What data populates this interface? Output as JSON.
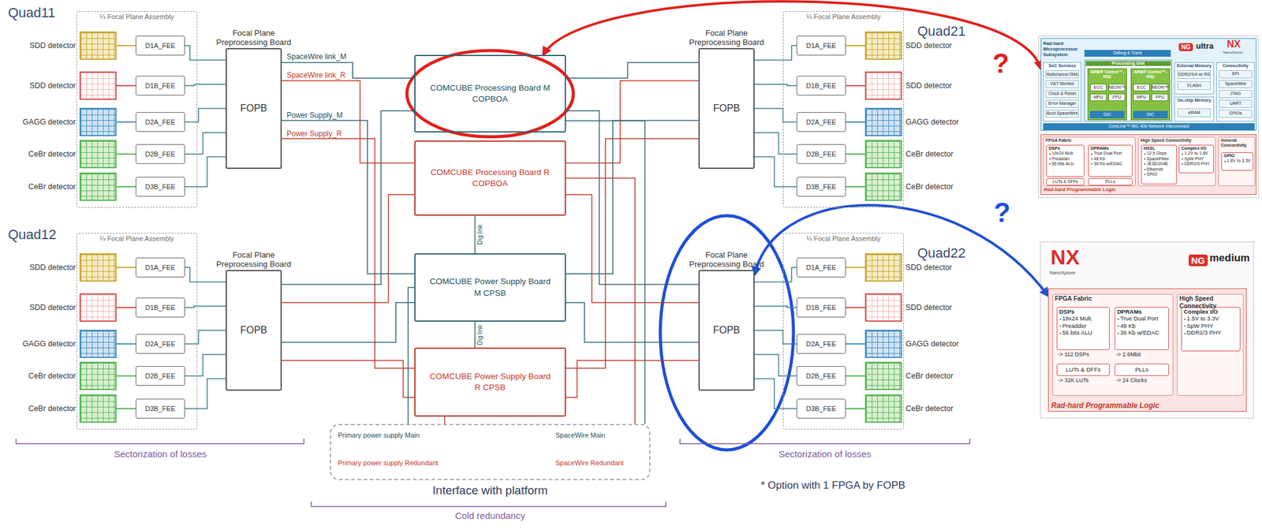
{
  "diagram": {
    "nodes": [
      {
        "text": [
          "¼ Focal Plane Assembly"
        ]
      },
      {
        "text": [
          "SDD detector"
        ],
        "in": 0
      },
      {
        "text": [
          "SDD detector"
        ],
        "in": 0
      },
      {
        "text": [
          "GAGG detector"
        ],
        "in": 0
      },
      {
        "text": [
          "CeBr detector"
        ],
        "in": 0
      },
      {
        "text": [
          "CeBr detector"
        ],
        "in": 0
      },
      {
        "text": [
          "D1A_FEE"
        ],
        "in": 0
      },
      {
        "text": [
          "D1B_FEE"
        ],
        "in": 0
      },
      {
        "text": [
          "D2A_FEE"
        ],
        "in": 0
      },
      {
        "text": [
          "D2B_FEE"
        ],
        "in": 0
      },
      {
        "text": [
          "D3B_FEE"
        ],
        "in": 0
      },
      {
        "text": [
          "Focal Plane Preprocessing Board",
          "FOPB"
        ]
      },
      {
        "text": [
          "¼ Focal Plane Assembly"
        ]
      },
      {
        "text": [
          "SDD detector"
        ],
        "in": 12
      },
      {
        "text": [
          "SDD detector"
        ],
        "in": 12
      },
      {
        "text": [
          "GAGG detector"
        ],
        "in": 12
      },
      {
        "text": [
          "CeBr detector"
        ],
        "in": 12
      },
      {
        "text": [
          "CeBr detector"
        ],
        "in": 12
      },
      {
        "text": [
          "D1A_FEE"
        ],
        "in": 12
      },
      {
        "text": [
          "D1B_FEE"
        ],
        "in": 12
      },
      {
        "text": [
          "D2A_FEE"
        ],
        "in": 12
      },
      {
        "text": [
          "D2B_FEE"
        ],
        "in": 12
      },
      {
        "text": [
          "D3B_FEE"
        ],
        "in": 12
      },
      {
        "text": [
          "Focal Plane Preprocessing Board",
          "FOPB"
        ]
      },
      {
        "text": [
          "¼ Focal Plane Assembly"
        ]
      },
      {
        "text": [
          "SDD detector"
        ],
        "in": 24
      },
      {
        "text": [
          "SDD detector"
        ],
        "in": 24
      },
      {
        "text": [
          "GAGG detector"
        ],
        "in": 24
      },
      {
        "text": [
          "CeBr detector"
        ],
        "in": 24
      },
      {
        "text": [
          "CeBr detector"
        ],
        "in": 24
      },
      {
        "text": [
          "D1A_FEE"
        ],
        "in": 24
      },
      {
        "text": [
          "D1B_FEE"
        ],
        "in": 24
      },
      {
        "text": [
          "D2A_FEE"
        ],
        "in": 24
      },
      {
        "text": [
          "D2B_FEE"
        ],
        "in": 24
      },
      {
        "text": [
          "D3B_FEE"
        ],
        "in": 24
      },
      {
        "text": [
          "Focal Plane Preprocessing Board",
          "FOPB"
        ]
      },
      {
        "text": [
          "¼ Focal Plane Assembly"
        ]
      },
      {
        "text": [
          "SDD detector"
        ],
        "in": 36
      },
      {
        "text": [
          "SDD detector"
        ],
        "in": 36
      },
      {
        "text": [
          "GAGG detector"
        ],
        "in": 36
      },
      {
        "text": [
          "CeBr detector"
        ],
        "in": 36
      },
      {
        "text": [
          "CeBr detector"
        ],
        "in": 36
      },
      {
        "text": [
          "D1A_FEE"
        ],
        "in": 36
      },
      {
        "text": [
          "D1B_FEE"
        ],
        "in": 36
      },
      {
        "text": [
          "D2A_FEE"
        ],
        "in": 36
      },
      {
        "text": [
          "D2B_FEE"
        ],
        "in": 36
      },
      {
        "text": [
          "D3B_FEE"
        ],
        "in": 36
      },
      {
        "text": [
          "Focal Plane Preprocessing Board",
          "FOPB"
        ]
      },
      {
        "text": [
          "COMCUBE Processing Board M COPBOA"
        ]
      },
      {
        "text": [
          "COMCUBE Processing Board R COPBOA"
        ]
      },
      {
        "text": [
          "COMCUBE Power Supply Board M CPSB"
        ]
      },
      {
        "text": [
          "COMCUBE Power Supply Board R CPSB"
        ]
      },
      {
        "text": [
          "Interface with platform"
        ]
      },
      {
        "text": [
          "Rad-hard Microprocessor Subsystem"
        ]
      },
      {
        "text": [
          "Debug & Trace"
        ],
        "in": 53
      },
      {
        "text": [
          "SoC Services"
        ],
        "in": 53
      },
      {
        "text": [
          "Multichannel DMA"
        ],
        "in": 55
      },
      {
        "text": [
          "V&T Monitor"
        ],
        "in": 55
      },
      {
        "text": [
          "Clock & Reset"
        ],
        "in": 55
      },
      {
        "text": [
          "Error Manager"
        ],
        "in": 55
      },
      {
        "text": [
          "Boot SpaceWire"
        ],
        "in": 55
      },
      {
        "text": [
          "Processing Unit"
        ],
        "in": 53
      },
      {
        "text": [
          "ARM® Cortex™-R52"
        ],
        "in": 61
      },
      {
        "text": [
          "ECC"
        ],
        "in": 62
      },
      {
        "text": [
          "NEON™"
        ],
        "in": 62
      },
      {
        "text": [
          "MPU"
        ],
        "in": 62
      },
      {
        "text": [
          "FPU"
        ],
        "in": 62
      },
      {
        "text": [
          "GIC"
        ],
        "in": 62
      },
      {
        "text": [
          "ARM® Cortex™-R52"
        ],
        "in": 61
      },
      {
        "text": [
          "ECC"
        ],
        "in": 68
      },
      {
        "text": [
          "NEON™"
        ],
        "in": 68
      },
      {
        "text": [
          "MPU"
        ],
        "in": 68
      },
      {
        "text": [
          "FPU"
        ],
        "in": 68
      },
      {
        "text": [
          "GIC"
        ],
        "in": 68
      },
      {
        "text": [
          "External Memory"
        ],
        "in": 53
      },
      {
        "text": [
          "DDR2/3/4 w/ RS"
        ],
        "in": 74
      },
      {
        "text": [
          "FLASH"
        ],
        "in": 74
      },
      {
        "text": [
          "On-chip Memory"
        ],
        "in": 53
      },
      {
        "text": [
          "eRAM"
        ],
        "in": 77
      },
      {
        "text": [
          "Connectivity"
        ],
        "in": 53
      },
      {
        "text": [
          "SPI"
        ],
        "in": 79
      },
      {
        "text": [
          "SpaceWire"
        ],
        "in": 79
      },
      {
        "text": [
          "JTAG"
        ],
        "in": 79
      },
      {
        "text": [
          "UART"
        ],
        "in": 79
      },
      {
        "text": [
          "GPIOs"
        ],
        "in": 79
      },
      {
        "text": [
          "CoreLink™ NIC-400 Network Interconnect"
        ],
        "in": 53
      },
      {
        "text": [
          "Rad-hard Programmable Logic"
        ]
      },
      {
        "text": [
          "FPGA Fabric"
        ],
        "in": 86
      },
      {
        "text": [
          "DSPs",
          "19x24 Mult.",
          "Preadder",
          "56 bits ALU"
        ],
        "in": 87
      },
      {
        "text": [
          "DPRAMs",
          "True Dual Port",
          "48 Kb",
          "36 Kb w/EDAC"
        ],
        "in": 87
      },
      {
        "text": [
          "LUTs & DFFs"
        ],
        "in": 87
      },
      {
        "text": [
          "PLLs"
        ],
        "in": 87
      },
      {
        "text": [
          "High Speed Connectivity"
        ],
        "in": 86
      },
      {
        "text": [
          "HSSL",
          "12.5 Gbps",
          "SpaceFibre",
          "JESD204B",
          "Ethernet",
          "SRIO"
        ],
        "in": 92
      },
      {
        "text": [
          "Complex I/O",
          "1.2V to 1.8V",
          "SpW PHY",
          "DDR2/3 PHY"
        ],
        "in": 92
      },
      {
        "text": [
          "General Connectivity"
        ],
        "in": 86
      },
      {
        "text": [
          "GPIO",
          "1.8V to 3.3V"
        ],
        "in": 95
      },
      {
        "text": [
          "Rad-hard Programmable Logic"
        ]
      },
      {
        "text": [
          "FPGA Fabric"
        ],
        "in": 97
      },
      {
        "text": [
          "DSPs",
          "18x24 Mult.",
          "Preadder",
          "56 bits ALU"
        ],
        "in": 98
      },
      {
        "text": [
          "DPRAMs",
          "True Dual Port",
          "48 Kb",
          "36 Kb w/EDAC"
        ],
        "in": 98
      },
      {
        "text": [
          "LUTs & DFFs"
        ],
        "in": 98
      },
      {
        "text": [
          "PLLs"
        ],
        "in": 98
      },
      {
        "text": [
          "High Speed Connectivity"
        ],
        "in": 97
      },
      {
        "text": [
          "Complex I/O",
          "1.5V to 3.3V",
          "SpW PHY",
          "DDR2/3 PHY"
        ],
        "in": 103
      }
    ],
    "edges": [
      {
        "from": 1,
        "to": 6,
        "arrow": "none"
      },
      {
        "from": 2,
        "to": 7,
        "arrow": "none"
      },
      {
        "from": 3,
        "to": 8,
        "arrow": "none"
      },
      {
        "from": 4,
        "to": 9,
        "arrow": "none"
      },
      {
        "from": 5,
        "to": 10,
        "arrow": "none"
      },
      {
        "from": 6,
        "to": 11,
        "arrow": "none"
      },
      {
        "from": 7,
        "to": 11,
        "arrow": "none"
      },
      {
        "from": 8,
        "to": 11,
        "arrow": "none"
      },
      {
        "from": 9,
        "to": 11,
        "arrow": "none"
      },
      {
        "from": 10,
        "to": 11,
        "arrow": "none"
      },
      {
        "from": 11,
        "to": 48,
        "arrow": "none"
      },
      {
        "from": 11,
        "to": 49,
        "arrow": "none"
      },
      {
        "from": 11,
        "to": 50,
        "arrow": "none"
      },
      {
        "from": 11,
        "to": 51,
        "arrow": "none"
      },
      {
        "from": 13,
        "to": 18,
        "arrow": "none"
      },
      {
        "from": 14,
        "to": 19,
        "arrow": "none"
      },
      {
        "from": 15,
        "to": 20,
        "arrow": "none"
      },
      {
        "from": 16,
        "to": 21,
        "arrow": "none"
      },
      {
        "from": 17,
        "to": 22,
        "arrow": "none"
      },
      {
        "from": 18,
        "to": 23,
        "arrow": "none"
      },
      {
        "from": 19,
        "to": 23,
        "arrow": "none"
      },
      {
        "from": 20,
        "to": 23,
        "arrow": "none"
      },
      {
        "from": 21,
        "to": 23,
        "arrow": "none"
      },
      {
        "from": 22,
        "to": 23,
        "arrow": "none"
      },
      {
        "from": 23,
        "to": 48,
        "arrow": "none"
      },
      {
        "from": 23,
        "to": 49,
        "arrow": "none"
      },
      {
        "from": 23,
        "to": 50,
        "arrow": "none"
      },
      {
        "from": 23,
        "to": 51,
        "arrow": "none"
      },
      {
        "from": 25,
        "to": 30,
        "arrow": "none"
      },
      {
        "from": 26,
        "to": 31,
        "arrow": "none"
      },
      {
        "from": 27,
        "to": 32,
        "arrow": "none"
      },
      {
        "from": 28,
        "to": 33,
        "arrow": "none"
      },
      {
        "from": 29,
        "to": 34,
        "arrow": "none"
      },
      {
        "from": 30,
        "to": 35,
        "arrow": "none"
      },
      {
        "from": 31,
        "to": 35,
        "arrow": "none"
      },
      {
        "from": 32,
        "to": 35,
        "arrow": "none"
      },
      {
        "from": 33,
        "to": 35,
        "arrow": "none"
      },
      {
        "from": 34,
        "to": 35,
        "arrow": "none"
      },
      {
        "from": 35,
        "to": 48,
        "arrow": "none"
      },
      {
        "from": 35,
        "to": 49,
        "arrow": "none"
      },
      {
        "from": 35,
        "to": 50,
        "arrow": "none"
      },
      {
        "from": 35,
        "to": 51,
        "arrow": "none"
      },
      {
        "from": 37,
        "to": 42,
        "arrow": "none"
      },
      {
        "from": 38,
        "to": 43,
        "arrow": "none"
      },
      {
        "from": 39,
        "to": 44,
        "arrow": "none"
      },
      {
        "from": 40,
        "to": 45,
        "arrow": "none"
      },
      {
        "from": 41,
        "to": 46,
        "arrow": "none"
      },
      {
        "from": 42,
        "to": 47,
        "arrow": "none"
      },
      {
        "from": 43,
        "to": 47,
        "arrow": "none"
      },
      {
        "from": 44,
        "to": 47,
        "arrow": "none"
      },
      {
        "from": 45,
        "to": 47,
        "arrow": "none"
      },
      {
        "from": 46,
        "to": 47,
        "arrow": "none"
      },
      {
        "from": 47,
        "to": 48,
        "arrow": "none"
      },
      {
        "from": 47,
        "to": 49,
        "arrow": "none"
      },
      {
        "from": 47,
        "to": 50,
        "arrow": "none"
      },
      {
        "from": 47,
        "to": 51,
        "arrow": "none"
      },
      {
        "from": 49,
        "to": 50,
        "label": "Dig link",
        "arrow": "none"
      },
      {
        "from": 50,
        "to": 51,
        "label": "Dig link",
        "arrow": "none"
      },
      {
        "from": 48,
        "to": 52,
        "arrow": "none"
      },
      {
        "from": 49,
        "to": 52,
        "arrow": "none"
      },
      {
        "from": 50,
        "to": 52,
        "arrow": "none"
      },
      {
        "from": 51,
        "to": 52,
        "arrow": "none"
      },
      {
        "from": 48,
        "to": 53,
        "arrow": "both"
      },
      {
        "from": 47,
        "to": 97,
        "arrow": "both"
      }
    ],
    "labels": [
      "Quad11",
      "Quad12",
      "Quad21",
      "Quad22",
      "SpaceWire link_M",
      "SpaceWire link_R",
      "Power Supply_M",
      "Power Supply_R",
      "Primary power supply Main",
      "Primary power supply Redundant",
      "SpaceWire Main",
      "SpaceWire Redundant",
      "Cold redundancy",
      "Sectorization of losses",
      "Sectorization of losses",
      "* Option with 1 FPGA by FOPB",
      "?",
      "?",
      "NG",
      "ultra",
      "NX",
      "NanoXplore",
      "NX",
      "NanoXplore",
      "NG",
      "medium",
      "-> 112 DSPs",
      "-> 2.6Mbit",
      "-> 32K LUTs",
      "-> 24 Clocks"
    ]
  }
}
